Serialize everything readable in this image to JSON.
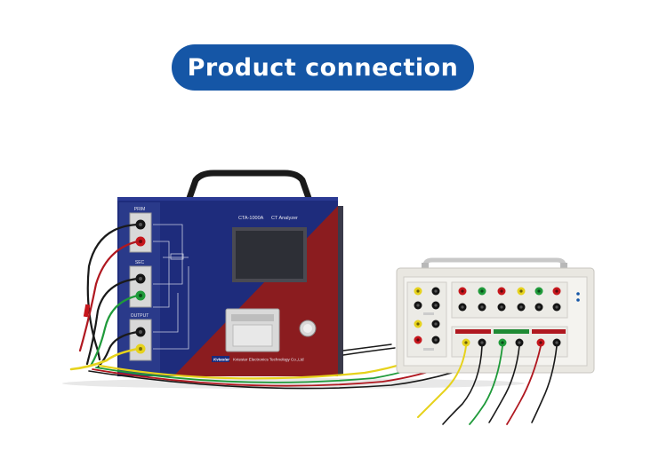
{
  "title": "Product connection",
  "device": {
    "model": "CTA-1000A",
    "name": "CT Analyzer",
    "brand_logo": "Kvtester",
    "company": "Kvtester Electronics Technology Co.,Ltd",
    "port_prim": "PRIM",
    "port_sec": "SEC",
    "port_output": "OUTPUT"
  },
  "colors": {
    "pill": "#1556a6",
    "panel_blue": "#1e2c7c",
    "panel_red": "#8b1c1f"
  }
}
